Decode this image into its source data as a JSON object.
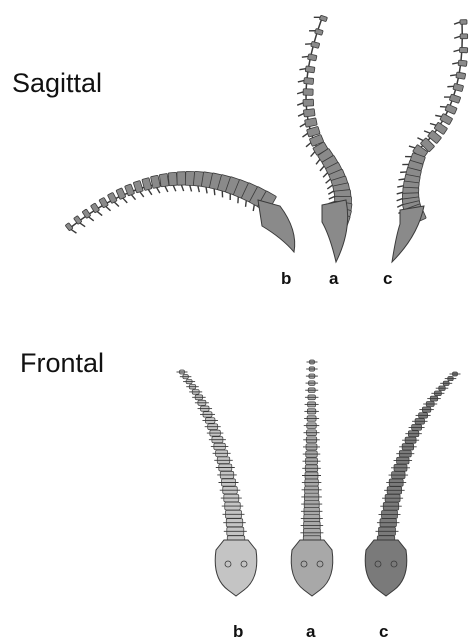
{
  "sections": {
    "sagittal": {
      "title": "Sagittal",
      "labels": {
        "b": "b",
        "a": "a",
        "c": "c"
      }
    },
    "frontal": {
      "title": "Frontal",
      "labels": {
        "b": "b",
        "a": "a",
        "c": "c"
      }
    }
  },
  "colors": {
    "sagittal_spine": "#8a8a8a",
    "frontal_b": "#c4c4c4",
    "frontal_a": "#a8a8a8",
    "frontal_c": "#7a7a7a",
    "outline": "#3a3a3a"
  }
}
